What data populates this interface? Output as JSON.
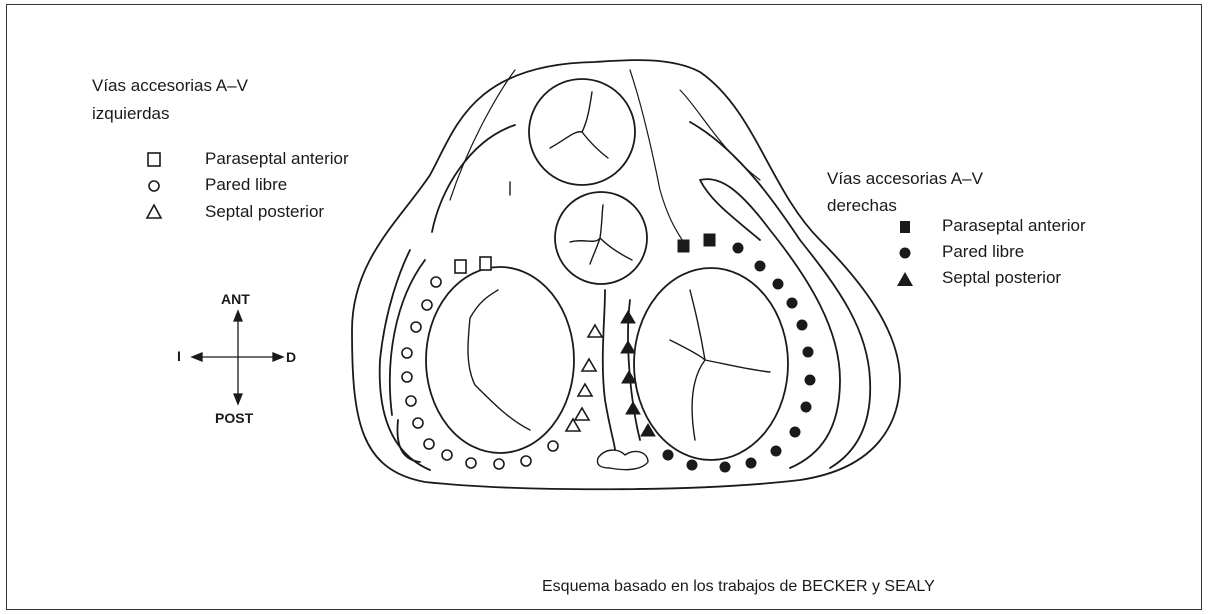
{
  "left_group": {
    "title_line1": "Vías accesorias A–V",
    "title_line2": "izquierdas",
    "items": [
      {
        "symbol": "open-square",
        "label": "Paraseptal anterior"
      },
      {
        "symbol": "open-circle",
        "label": "Pared libre"
      },
      {
        "symbol": "open-triangle",
        "label": "Septal posterior"
      }
    ]
  },
  "right_group": {
    "title_line1": "Vías accesorias A–V",
    "title_line2": "derechas",
    "items": [
      {
        "symbol": "filled-square",
        "label": "Paraseptal anterior"
      },
      {
        "symbol": "filled-circle",
        "label": "Pared libre"
      },
      {
        "symbol": "filled-triangle",
        "label": "Septal posterior"
      }
    ]
  },
  "compass": {
    "up": "ANT",
    "down": "POST",
    "left": "I",
    "right": "D"
  },
  "caption": "Esquema basado en los trabajos de BECKER y SEALY",
  "colors": {
    "ink": "#1a1a1a",
    "frame": "#333333"
  }
}
